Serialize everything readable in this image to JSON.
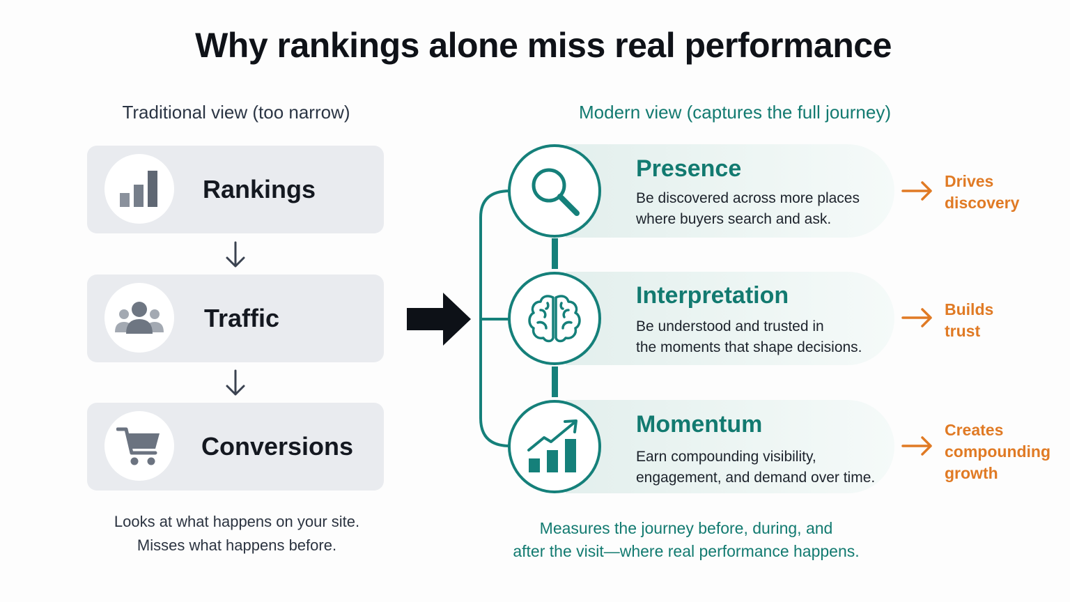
{
  "title": "Why rankings alone miss real performance",
  "traditional": {
    "heading": "Traditional view (too narrow)",
    "steps": [
      {
        "label": "Rankings",
        "icon": "bar-chart-icon"
      },
      {
        "label": "Traffic",
        "icon": "people-icon"
      },
      {
        "label": "Conversions",
        "icon": "cart-icon"
      }
    ],
    "caption_line1": "Looks at what happens on your site.",
    "caption_line2": "Misses what happens before."
  },
  "modern": {
    "heading": "Modern view (captures the full journey)",
    "stages": [
      {
        "title": "Presence",
        "desc_line1": "Be discovered across more places",
        "desc_line2": "where buyers search and ask.",
        "icon": "magnifier-icon",
        "outcome_line1": "Drives",
        "outcome_line2": "discovery",
        "outcome_line3": ""
      },
      {
        "title": "Interpretation",
        "desc_line1": "Be understood and trusted in",
        "desc_line2": "the moments that shape decisions.",
        "icon": "brain-icon",
        "outcome_line1": "Builds",
        "outcome_line2": "trust",
        "outcome_line3": ""
      },
      {
        "title": "Momentum",
        "desc_line1": "Earn compounding visibility,",
        "desc_line2": "engagement, and demand over time.",
        "icon": "growth-chart-icon",
        "outcome_line1": "Creates",
        "outcome_line2": "compounding",
        "outcome_line3": "growth"
      }
    ],
    "caption_line1": "Measures the journey before, during, and",
    "caption_line2": "after the visit—where real performance happens."
  },
  "colors": {
    "teal": "#127a70",
    "orange": "#e07a24",
    "gray_card": "#e9ebef",
    "icon_gray": "#6b7380",
    "dark": "#14181f"
  }
}
